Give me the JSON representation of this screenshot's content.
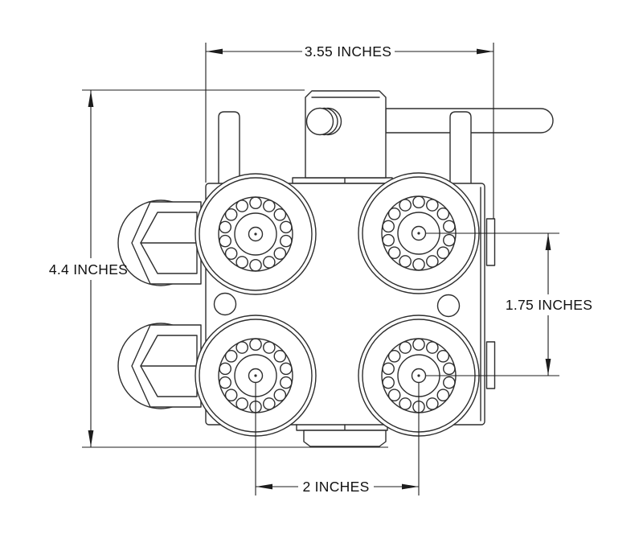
{
  "drawing": {
    "type": "technical-dimension-drawing",
    "units": "INCHES",
    "colors": {
      "background": "#ffffff",
      "line": "#2e2e2e",
      "dimension": "#1c1c1c",
      "text": "#111111"
    },
    "dimensions": {
      "overall_width": {
        "label": "3.55 INCHES",
        "value": 3.55,
        "unit": "inches",
        "orientation": "horizontal"
      },
      "overall_height": {
        "label": "4.4 INCHES",
        "value": 4.4,
        "unit": "inches",
        "orientation": "vertical"
      },
      "knob_row_spacing": {
        "label": "1.75 INCHES",
        "value": 1.75,
        "unit": "inches",
        "orientation": "vertical"
      },
      "knob_col_spacing": {
        "label": "2 INCHES",
        "value": 2,
        "unit": "inches",
        "orientation": "horizontal"
      }
    },
    "features": {
      "knob_count": 4,
      "knob_serration_count": 14,
      "hex_fitting_count": 2,
      "side_tab_count": 2,
      "small_hole_count": 2
    }
  }
}
